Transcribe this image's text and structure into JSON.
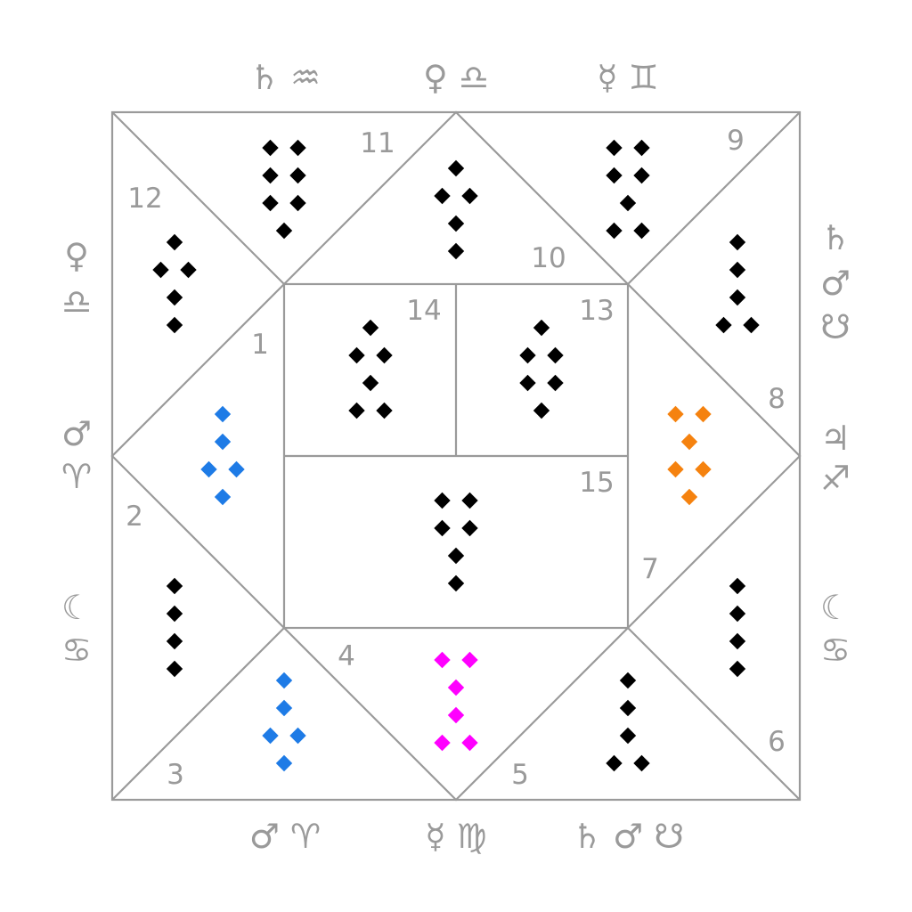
{
  "colors": {
    "line": "#9a9a9a",
    "text": "#9a9a9a",
    "dot_default": "#000000",
    "dot_blue": "#1e7be6",
    "dot_orange": "#f5820f",
    "dot_magenta": "#ff00ff"
  },
  "houses": [
    {
      "id": "h1",
      "label": "1",
      "pattern": [
        1,
        1,
        2,
        1
      ],
      "color": "dot_blue"
    },
    {
      "id": "h2",
      "label": "2",
      "pattern": [
        1,
        1,
        1,
        1
      ],
      "color": "dot_default"
    },
    {
      "id": "h3",
      "label": "3",
      "pattern": [
        1,
        1,
        2,
        1
      ],
      "color": "dot_blue"
    },
    {
      "id": "h4",
      "label": "4",
      "pattern": [
        2,
        1,
        1,
        2
      ],
      "color": "dot_magenta"
    },
    {
      "id": "h5",
      "label": "5",
      "pattern": [
        1,
        1,
        1,
        2
      ],
      "color": "dot_default"
    },
    {
      "id": "h6",
      "label": "6",
      "pattern": [
        1,
        1,
        1,
        1
      ],
      "color": "dot_default"
    },
    {
      "id": "h7",
      "label": "7",
      "pattern": [
        1,
        1,
        1,
        1
      ],
      "color": "dot_default"
    },
    {
      "id": "h8",
      "label": "8",
      "pattern": [
        2,
        1,
        2,
        1
      ],
      "color": "dot_orange"
    },
    {
      "id": "h9",
      "label": "9",
      "pattern": [
        1,
        1,
        1,
        2
      ],
      "color": "dot_default"
    },
    {
      "id": "h10",
      "label": "10",
      "pattern": [
        1,
        2,
        1,
        1
      ],
      "color": "dot_default"
    },
    {
      "id": "h11",
      "label": "11",
      "pattern": [
        2,
        2,
        2,
        1
      ],
      "color": "dot_default"
    },
    {
      "id": "h12",
      "label": "12",
      "pattern": [
        1,
        2,
        1,
        1
      ],
      "color": "dot_default"
    },
    {
      "id": "h13",
      "label": "13",
      "pattern": [
        1,
        2,
        2,
        1
      ],
      "color": "dot_default"
    },
    {
      "id": "h14",
      "label": "14",
      "pattern": [
        1,
        2,
        1,
        2
      ],
      "color": "dot_default"
    },
    {
      "id": "h15",
      "label": "15",
      "pattern": [
        2,
        2,
        1,
        1
      ],
      "color": "dot_default"
    },
    {
      "id": "h9b",
      "label": "",
      "pattern": [
        2,
        2,
        1,
        2
      ],
      "color": "dot_default"
    }
  ],
  "outer_labels": {
    "top_left": "♄ ♒",
    "top_center": "♀ ♎",
    "top_right": "☿ ♊",
    "left_upper": [
      "♀",
      "♎"
    ],
    "left_middle": [
      "♂",
      "♈"
    ],
    "left_lower": [
      "☾",
      "♋"
    ],
    "right_upper": [
      "♄",
      "♂",
      "☋"
    ],
    "right_middle": [
      "♃",
      "♐"
    ],
    "right_lower": [
      "☾",
      "♋"
    ],
    "bottom_left": "♂ ♈",
    "bottom_center": "☿ ♍",
    "bottom_right": "♄ ♂ ☋"
  }
}
